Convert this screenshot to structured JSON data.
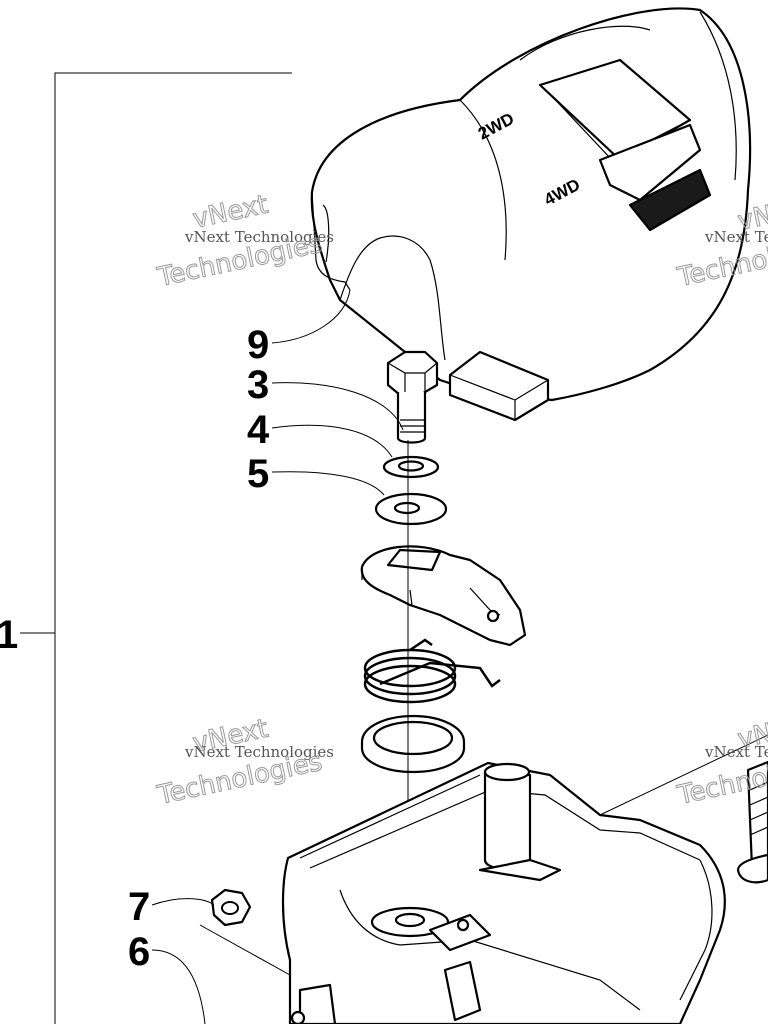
{
  "callouts": {
    "c1": "1",
    "c3": "3",
    "c4": "4",
    "c5": "5",
    "c6": "6",
    "c7": "7",
    "c9": "9"
  },
  "cover_labels": {
    "two_wd": "2WD",
    "four_wd": "4WD"
  },
  "watermark": {
    "small": "vNext Technologies",
    "big_top": "vNext",
    "big_bottom": "Technologies"
  },
  "colors": {
    "line": "#000000",
    "watermark": "#9a9a9a"
  }
}
